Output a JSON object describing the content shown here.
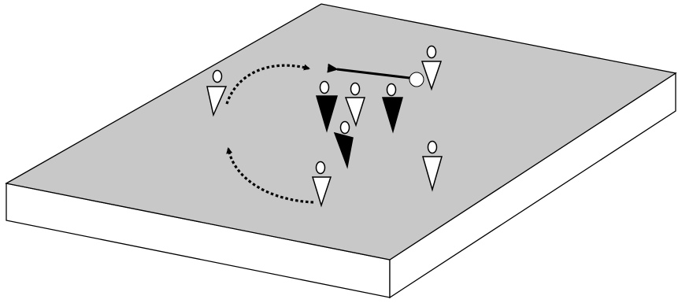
{
  "diagram": {
    "kind": "sports drill illustration (no printed text)",
    "colors": {
      "field_top": "#c8c8c8",
      "field_edge": "#ffffff",
      "outline": "#000000",
      "white_player": "#ffffff",
      "black_player": "#000000",
      "ball": "#ffffff"
    },
    "players": [
      {
        "team": "white",
        "role": "attacker-top-right"
      },
      {
        "team": "white",
        "role": "attacker-left"
      },
      {
        "team": "white",
        "role": "attacker-center"
      },
      {
        "team": "white",
        "role": "attacker-bottom-left"
      },
      {
        "team": "white",
        "role": "attacker-bottom-right"
      },
      {
        "team": "black",
        "role": "defender-left"
      },
      {
        "team": "black",
        "role": "defender-right"
      },
      {
        "team": "black",
        "role": "defender-center"
      }
    ],
    "movements": [
      {
        "style": "solid",
        "meaning": "pass"
      },
      {
        "style": "dotted",
        "meaning": "run-top"
      },
      {
        "style": "dotted",
        "meaning": "run-bottom"
      }
    ],
    "ball": {
      "present": true
    }
  }
}
